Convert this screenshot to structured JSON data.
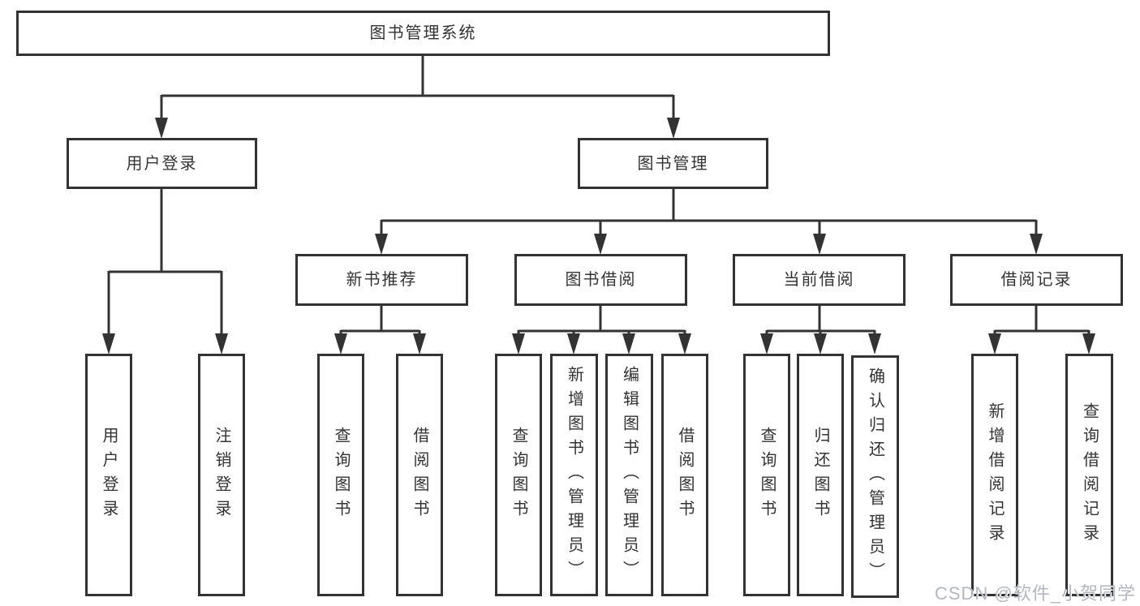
{
  "diagram": {
    "root": "图书管理系统",
    "branches": [
      {
        "label": "用户登录",
        "children": [
          "用户登录",
          "注销登录"
        ]
      },
      {
        "label": "图书管理",
        "children": [
          {
            "label": "新书推荐",
            "children": [
              "查询图书",
              "借阅图书"
            ]
          },
          {
            "label": "图书借阅",
            "children": [
              "查询图书",
              "新增图书（管理员）",
              "编辑图书（管理员）",
              "借阅图书"
            ]
          },
          {
            "label": "当前借阅",
            "children": [
              "查询图书",
              "归还图书",
              "确认归还（管理员）"
            ]
          },
          {
            "label": "借阅记录",
            "children": [
              "新增借阅记录",
              "查询借阅记录"
            ]
          }
        ]
      }
    ]
  },
  "watermark": "CSDN @软件_小贺同学",
  "colors": {
    "line": "#333333",
    "box_border": "#333333",
    "text": "#333333",
    "background": "#ffffff",
    "watermark": "#b4b7bd"
  }
}
